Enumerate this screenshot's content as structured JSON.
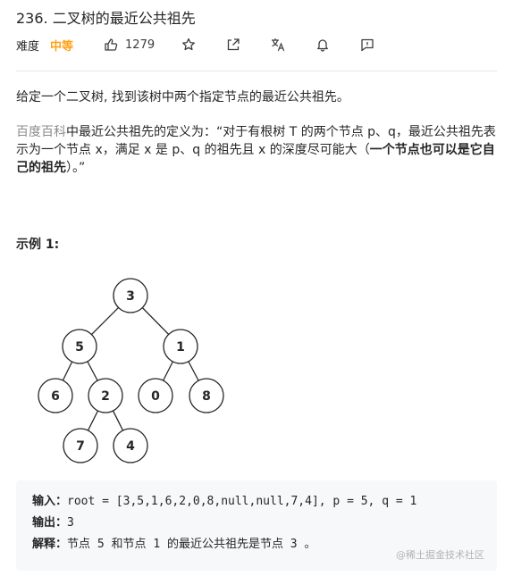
{
  "problem": {
    "title": "236. 二叉树的最近公共祖先",
    "difficulty_label": "难度",
    "difficulty": "中等",
    "likes": "1279"
  },
  "toolbar": {
    "icons": [
      "thumbs-up-icon",
      "star-icon",
      "share-icon",
      "translate-icon",
      "bell-icon",
      "feedback-icon"
    ]
  },
  "description": {
    "intro": "给定一个二叉树, 找到该树中两个指定节点的最近公共祖先。",
    "def_link": "百度百科",
    "def_text_1": "中最近公共祖先的定义为：“对于有根树 T 的两个节点 p、q，最近公共祖先表示为一个节点 x，满足 x 是 p、q 的祖先且 x 的深度尽可能大（",
    "def_bold": "一个节点也可以是它自己的祖先",
    "def_text_2": "）。”"
  },
  "example": {
    "title": "示例 1:",
    "tree_nodes": [
      "3",
      "5",
      "1",
      "6",
      "2",
      "0",
      "8",
      "7",
      "4"
    ],
    "input_label": "输入：",
    "input_value": "root = [3,5,1,6,2,0,8,null,null,7,4], p = 5, q = 1",
    "output_label": "输出：",
    "output_value": "3",
    "explain_label": "解释：",
    "explain_value": "节点 5 和节点 1 的最近公共祖先是节点 3 。"
  },
  "watermark": "@稀土掘金技术社区",
  "colors": {
    "difficulty": "#ffa116",
    "link": "#8c8c8c",
    "code_bg": "#f7f8fa"
  }
}
